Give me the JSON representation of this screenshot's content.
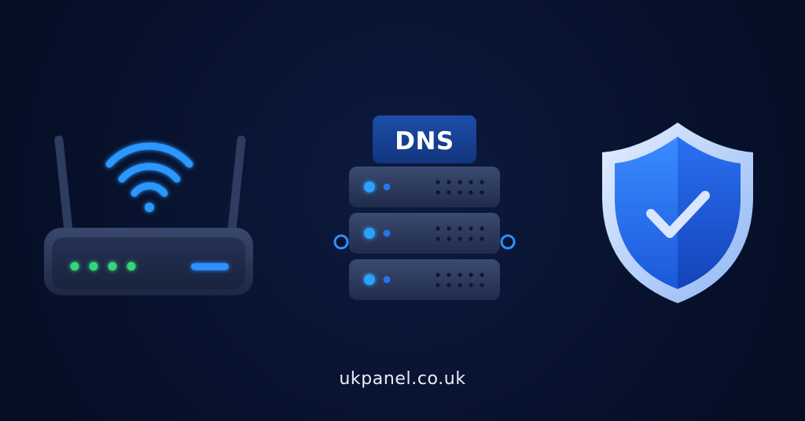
{
  "dns_label": "DNS",
  "footer": {
    "url": "ukpanel.co.uk"
  },
  "colors": {
    "background": "#08122e",
    "device_body": "#2a3858",
    "led_green": "#36d67a",
    "accent_blue": "#2f8fff",
    "shield_blue": "#1d66e6",
    "connector_line": "#1f7cff"
  },
  "icons": {
    "router": "router-icon",
    "wifi": "wifi-icon",
    "server": "server-stack-icon",
    "shield": "shield-check-icon"
  },
  "router": {
    "status_led_count": 4
  },
  "server": {
    "unit_count": 3
  }
}
